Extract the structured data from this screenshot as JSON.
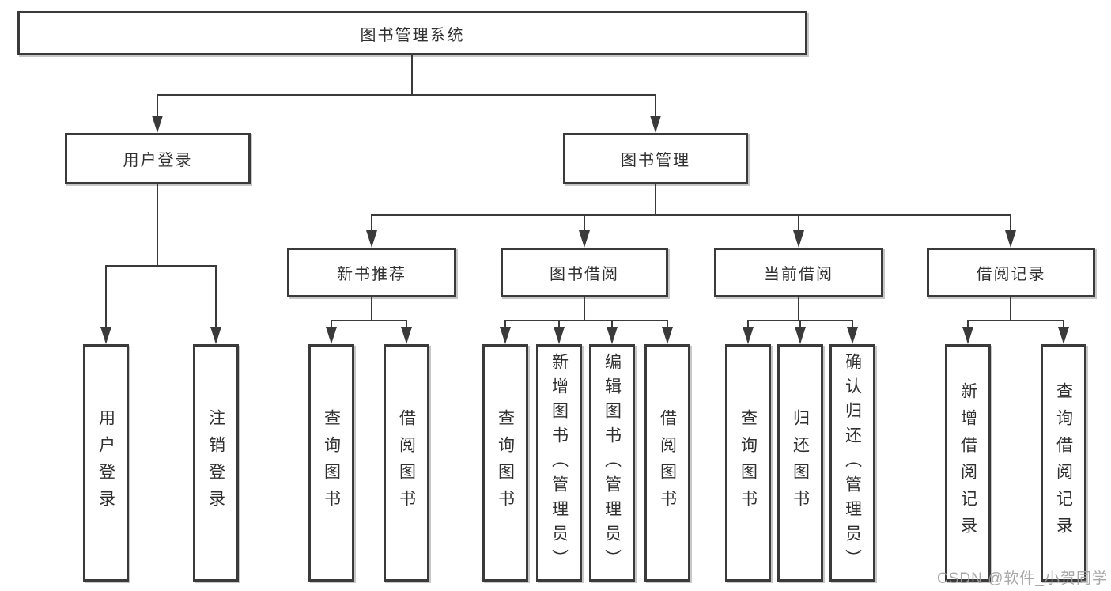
{
  "tree": {
    "root": {
      "label": "图书管理系统",
      "children": {
        "user_login": {
          "label": "用户登录",
          "children": {
            "login": {
              "label": "用户登录"
            },
            "logout": {
              "label": "注销登录"
            }
          }
        },
        "book_mgmt": {
          "label": "图书管理",
          "children": {
            "new_books": {
              "label": "新书推荐",
              "children": {
                "query": {
                  "label": "查询图书"
                },
                "borrow": {
                  "label": "借阅图书"
                }
              }
            },
            "book_borrow": {
              "label": "图书借阅",
              "children": {
                "query": {
                  "label": "查询图书"
                },
                "add": {
                  "label": "新增图书（管理员）"
                },
                "edit": {
                  "label": "编辑图书（管理员）"
                },
                "borrow": {
                  "label": "借阅图书"
                }
              }
            },
            "current_borrow": {
              "label": "当前借阅",
              "children": {
                "query": {
                  "label": "查询图书"
                },
                "return": {
                  "label": "归还图书"
                },
                "confirm": {
                  "label": "确认归还（管理员）"
                }
              }
            },
            "borrow_records": {
              "label": "借阅记录",
              "children": {
                "add": {
                  "label": "新增借阅记录"
                },
                "query": {
                  "label": "查询借阅记录"
                }
              }
            }
          }
        }
      }
    }
  },
  "watermark": {
    "text": "CSDN @软件_小贺同学"
  },
  "colors": {
    "line": "#3a3a3a",
    "text": "#303030",
    "background": "#ffffff",
    "watermark": "#9e9e9e"
  }
}
